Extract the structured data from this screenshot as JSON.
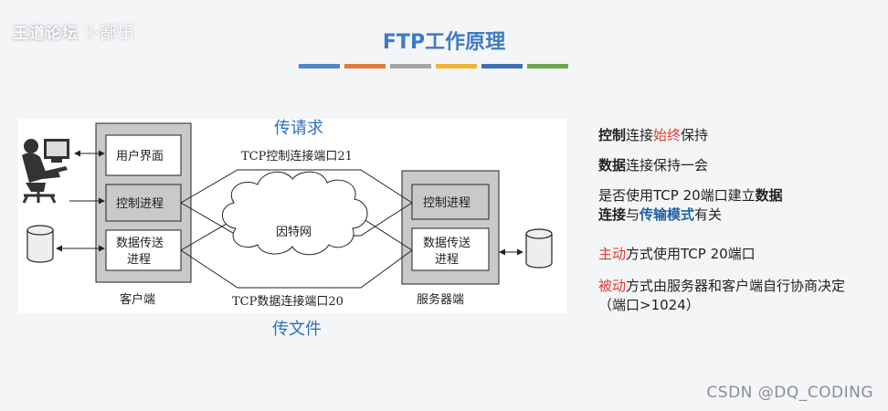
{
  "watermark": {
    "brand": "王道论坛",
    "scribble": "ℐ·鄙卐"
  },
  "slide": {
    "title": "FTP工作原理",
    "bar_colors": [
      "#4f86c6",
      "#e07b3a",
      "#a5a5a5",
      "#f2b530",
      "#3d6fb3",
      "#6aa84f"
    ]
  },
  "diagram": {
    "label_request": "传请求",
    "label_file": "传文件",
    "control_connection": "TCP控制连接端口21",
    "data_connection": "TCP数据连接端口20",
    "internet": "因特网",
    "client": {
      "name": "客户端",
      "ui": "用户界面",
      "control": "控制进程",
      "data_line1": "数据传送",
      "data_line2": "进程"
    },
    "server": {
      "name": "服务器端",
      "control": "控制进程",
      "data_line1": "数据传送",
      "data_line2": "进程"
    }
  },
  "notes": {
    "n1": {
      "a": "控制",
      "b": "连接",
      "c": "始终",
      "d": "保持"
    },
    "n2": {
      "a": "数据",
      "b": "连接保持一会"
    },
    "n3": {
      "a": "是否使用TCP 20端口建立",
      "b": "数据",
      "c": "连接",
      "d": "与",
      "e": "传输模式",
      "f": "有关"
    },
    "n4": {
      "a": "主动",
      "b": "方式使用TCP 20端口"
    },
    "n5": {
      "a": "被动",
      "b": "方式由服务器和客户端自行协商决定（端口>1024）"
    }
  },
  "footer": {
    "credit": "CSDN @DQ_CODING"
  }
}
